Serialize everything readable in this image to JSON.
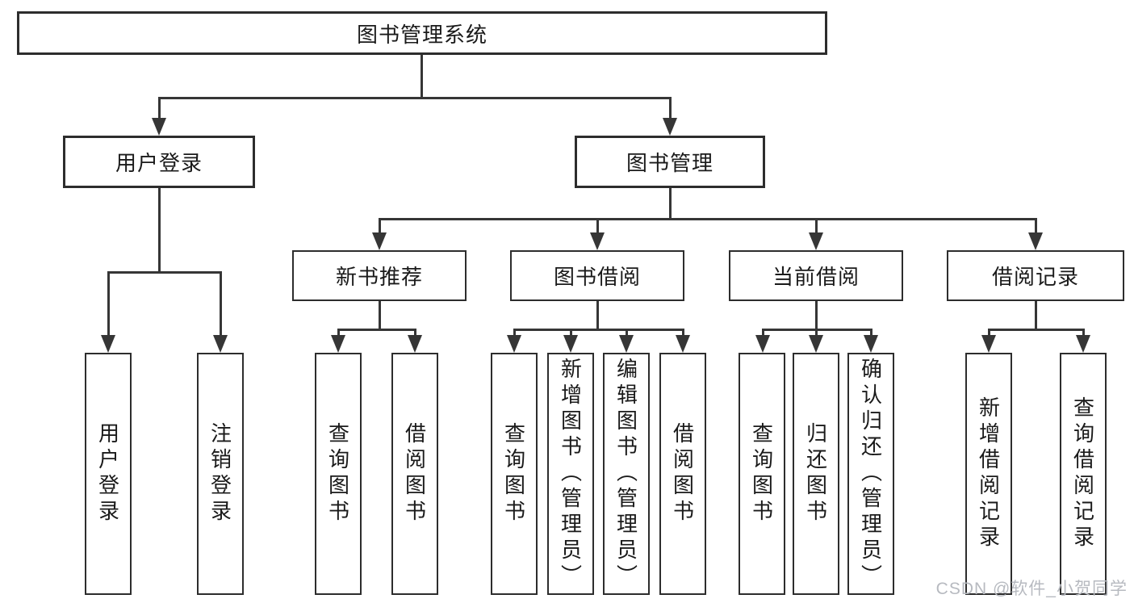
{
  "diagram_title": "图书管理系统",
  "tree": {
    "label": "图书管理系统",
    "children": [
      {
        "label": "用户登录",
        "children": [
          {
            "label": "用户登录"
          },
          {
            "label": "注销登录"
          }
        ]
      },
      {
        "label": "图书管理",
        "children": [
          {
            "label": "新书推荐",
            "children": [
              {
                "label": "查询图书"
              },
              {
                "label": "借阅图书"
              }
            ]
          },
          {
            "label": "图书借阅",
            "children": [
              {
                "label": "查询图书"
              },
              {
                "label": "新增图书（管理员）"
              },
              {
                "label": "编辑图书（管理员）"
              },
              {
                "label": "借阅图书"
              }
            ]
          },
          {
            "label": "当前借阅",
            "children": [
              {
                "label": "查询图书"
              },
              {
                "label": "归还图书"
              },
              {
                "label": "确认归还（管理员）"
              }
            ]
          },
          {
            "label": "借阅记录",
            "children": [
              {
                "label": "新增借阅记录"
              },
              {
                "label": "查询借阅记录"
              }
            ]
          }
        ]
      }
    ]
  },
  "watermark": {
    "text": "CSDN @软件_小贺同学",
    "color": "#b7bac0"
  },
  "colors": {
    "background": "#ffffff",
    "line": "#363636",
    "box_border": "#2d2d2d",
    "text": "#1a1a1a"
  }
}
